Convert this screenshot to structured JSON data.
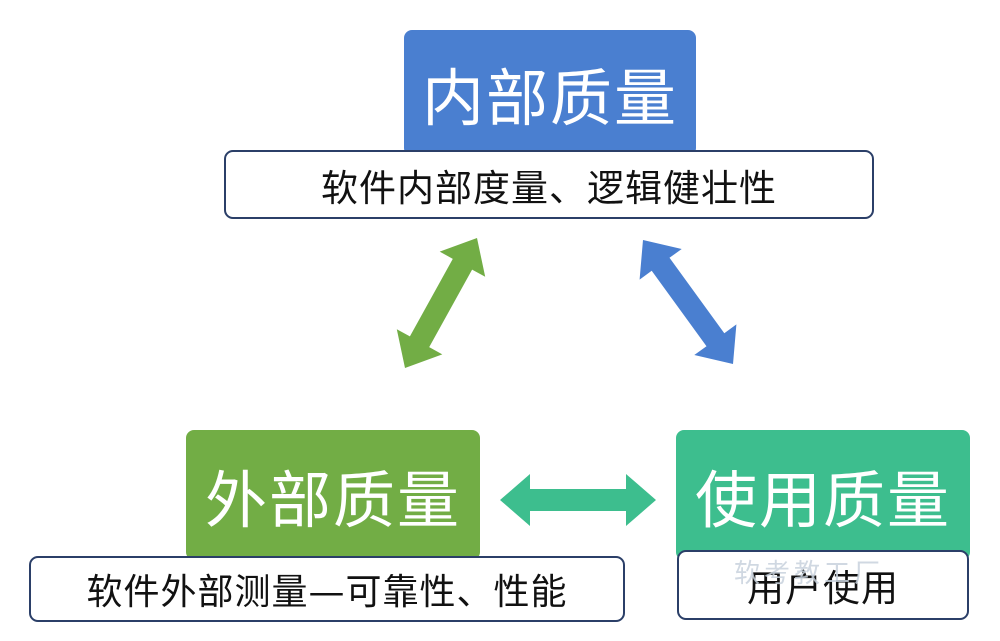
{
  "nodes": {
    "internal": {
      "title": "内部质量",
      "description": "软件内部度量、逻辑健壮性",
      "color": "#4a7fd0"
    },
    "external": {
      "title": "外部质量",
      "description": "软件外部测量—可靠性、性能",
      "color": "#72ad45"
    },
    "usage": {
      "title": "使用质量",
      "description": "用户使用",
      "color": "#3dbe8e"
    }
  },
  "arrows": {
    "external_internal": {
      "color": "#72ad45"
    },
    "internal_usage": {
      "color": "#4a7fd0"
    },
    "external_usage": {
      "color": "#3dbe8e"
    }
  },
  "watermark": "软考教工厂"
}
